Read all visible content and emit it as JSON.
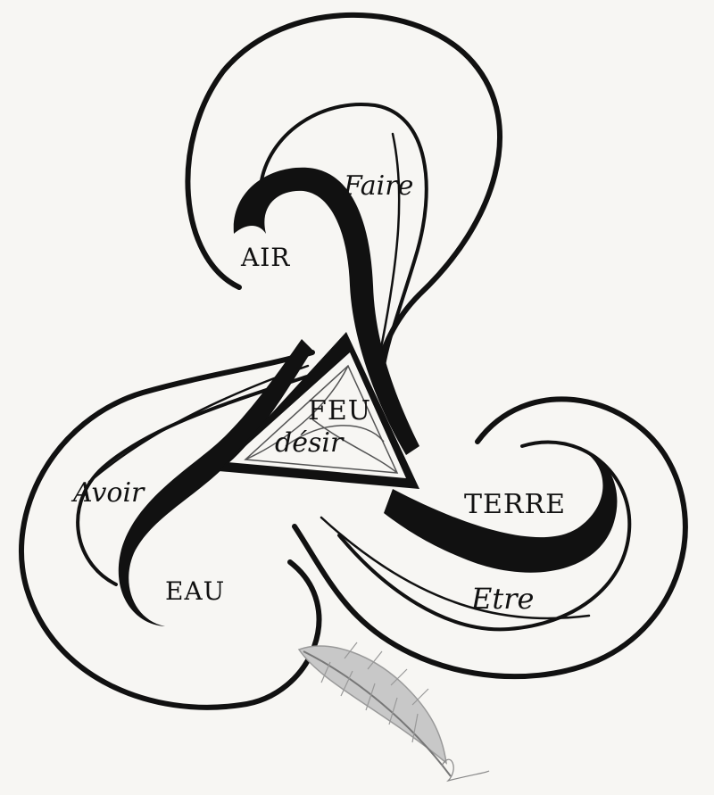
{
  "words": {
    "air": "AIR",
    "faire": "Faire",
    "feu": "FEU",
    "desir": "désir",
    "avoir": "Avoir",
    "terre": "TERRE",
    "eau": "EAU",
    "etre": "Etre"
  },
  "colors": {
    "ink": "#111111",
    "paper": "#f7f6f3",
    "feather": "#9a9a9a"
  }
}
